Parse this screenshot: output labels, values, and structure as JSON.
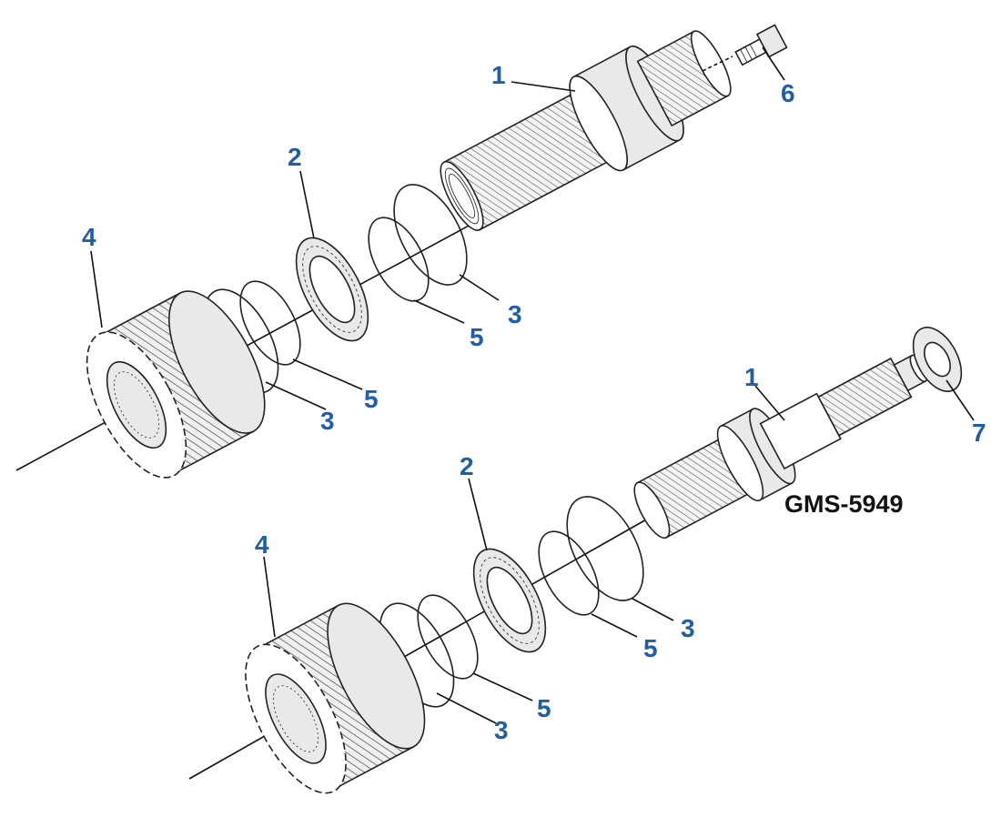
{
  "figure_id": "GMS-5949",
  "callouts": {
    "top_shaft": "1",
    "top_bearing": "2",
    "top_snapring_right": "3",
    "top_gear": "4",
    "top_snapring_inner_right": "5",
    "top_bolt": "6",
    "top_snapring_inner_left": "5",
    "top_snapring_left": "3",
    "bottom_shaft": "1",
    "bottom_nut": "7",
    "bottom_bearing": "2",
    "bottom_gear": "4",
    "bottom_snapring_right": "3",
    "bottom_snapring_inner_right": "5",
    "bottom_snapring_inner_left": "5",
    "bottom_snapring_left": "3"
  },
  "colors": {
    "callout": "#1f5fa8",
    "figure_id": "#111111",
    "line": "#111111"
  }
}
